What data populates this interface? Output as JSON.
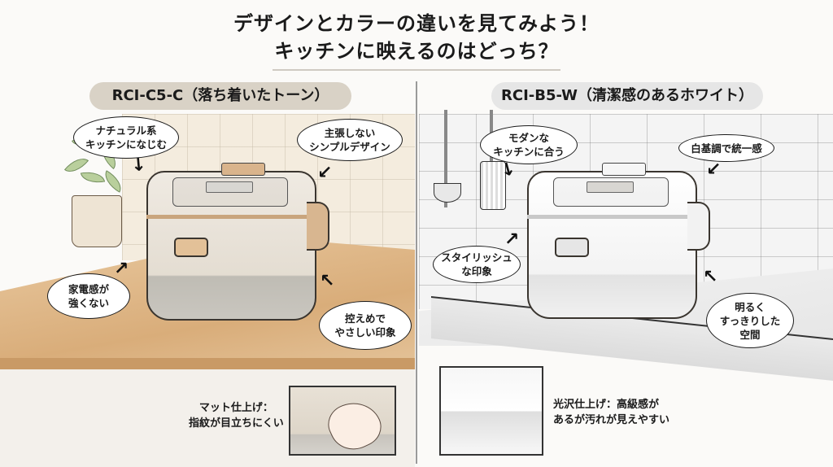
{
  "header": {
    "title_line1": "デザインとカラーの違いを見てみよう！",
    "title_line2": "キッチンに映えるのはどっち？"
  },
  "left_panel": {
    "model_label": "RCI-C5-C（落ち着いたトーン）",
    "accent_color": "#d9d2c6",
    "callouts": [
      {
        "text": "ナチュラル系\nキッチンになじむ"
      },
      {
        "text": "主張しない\nシンプルデザイン"
      },
      {
        "text": "家電感が\n強くない"
      },
      {
        "text": "控えめで\nやさしい印象"
      }
    ],
    "finish_caption": {
      "line1": "マット仕上げ：",
      "line2": "指紋が目立ちにくい"
    }
  },
  "right_panel": {
    "model_label": "RCI-B5-W（清潔感のあるホワイト）",
    "accent_color": "#e6e6e6",
    "callouts": [
      {
        "text": "モダンな\nキッチンに合う"
      },
      {
        "text": "白基調で統一感"
      },
      {
        "text": "スタイリッシュ\nな印象"
      },
      {
        "text": "明るく\nすっきりした\n空間"
      }
    ],
    "finish_caption": {
      "line1": "光沢仕上げ：高級感が",
      "line2": "あるが汚れが見えやすい"
    }
  },
  "icons": {
    "arrow": "arrow-icon",
    "plant": "plant-icon",
    "ladle": "ladle-icon",
    "spatula": "spatula-icon",
    "rice_cooker": "rice-cooker-icon",
    "hand": "hand-icon"
  }
}
